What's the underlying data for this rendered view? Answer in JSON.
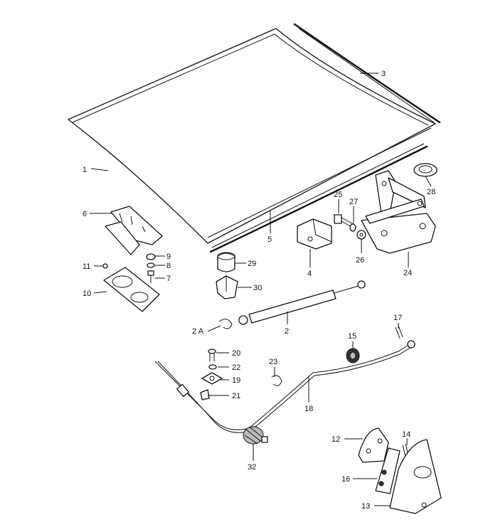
{
  "labels": [
    {
      "id": "p1",
      "text": "1"
    },
    {
      "id": "p3",
      "text": "3"
    },
    {
      "id": "p5",
      "text": "5"
    },
    {
      "id": "p28",
      "text": "28"
    },
    {
      "id": "p25",
      "text": "25"
    },
    {
      "id": "p27",
      "text": "27"
    },
    {
      "id": "p26",
      "text": "26"
    },
    {
      "id": "p24",
      "text": "24"
    },
    {
      "id": "p4",
      "text": "4"
    },
    {
      "id": "p29",
      "text": "29"
    },
    {
      "id": "p30",
      "text": "30"
    },
    {
      "id": "p6",
      "text": "6"
    },
    {
      "id": "p9",
      "text": "9"
    },
    {
      "id": "p8",
      "text": "8"
    },
    {
      "id": "p7",
      "text": "7"
    },
    {
      "id": "p11",
      "text": "11"
    },
    {
      "id": "p10",
      "text": "10"
    },
    {
      "id": "p2a",
      "text": "2 A"
    },
    {
      "id": "p2",
      "text": "2"
    },
    {
      "id": "p17",
      "text": "17"
    },
    {
      "id": "p15",
      "text": "15"
    },
    {
      "id": "p20",
      "text": "20"
    },
    {
      "id": "p22",
      "text": "22"
    },
    {
      "id": "p19",
      "text": "19"
    },
    {
      "id": "p21",
      "text": "21"
    },
    {
      "id": "p23",
      "text": "23"
    },
    {
      "id": "p18",
      "text": "18"
    },
    {
      "id": "p32",
      "text": "32"
    },
    {
      "id": "p12",
      "text": "12"
    },
    {
      "id": "p14",
      "text": "14"
    },
    {
      "id": "p16",
      "text": "16"
    },
    {
      "id": "p13",
      "text": "13"
    }
  ]
}
